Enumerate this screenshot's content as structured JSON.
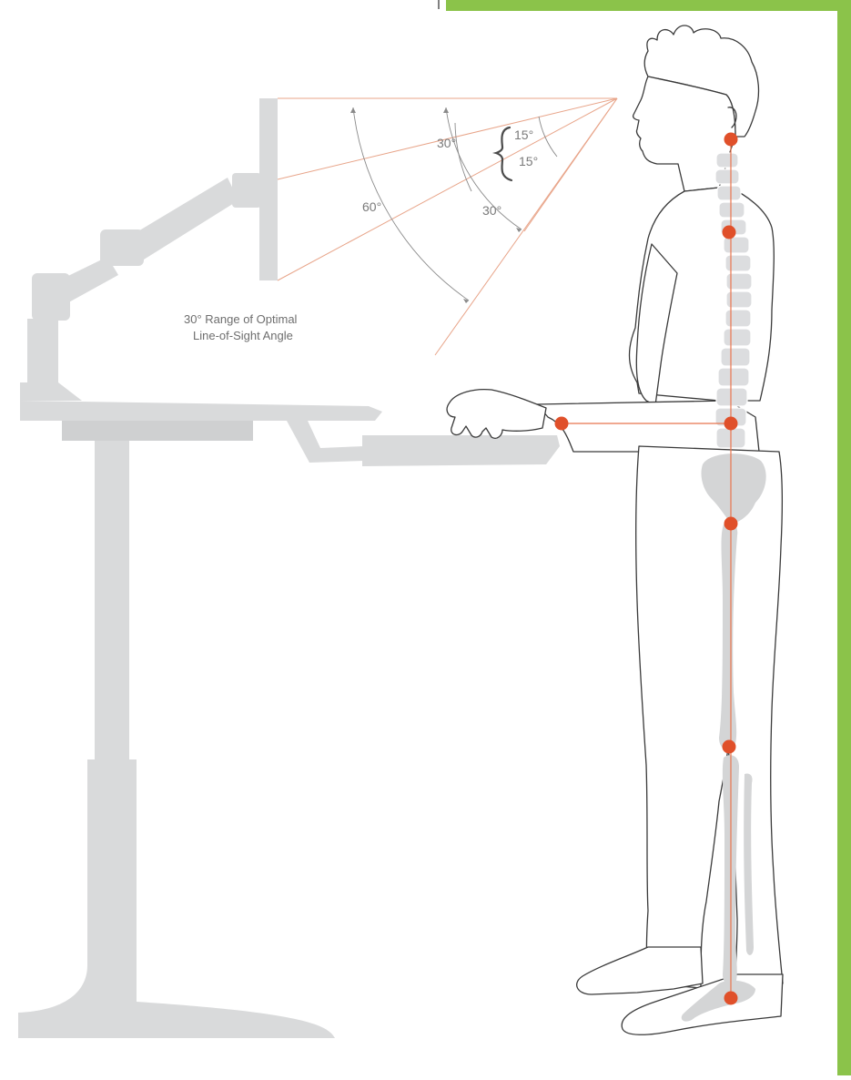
{
  "diagram": {
    "angle_labels": {
      "upper_small": "15°",
      "lower_small": "15°",
      "upper_mid": "30°",
      "lower_mid": "30°",
      "wide": "60°"
    },
    "caption_line1": "30° Range of Optimal",
    "caption_line2": "Line-of-Sight Angle",
    "colors": {
      "accent_bar": "#8bc34a",
      "joint_marker": "#e0502a",
      "sight_line": "#e8a58a",
      "furniture": "#d9dadb"
    },
    "joints": [
      "neck",
      "upper-back",
      "elbow",
      "lower-back",
      "hip",
      "knee",
      "ankle"
    ]
  }
}
